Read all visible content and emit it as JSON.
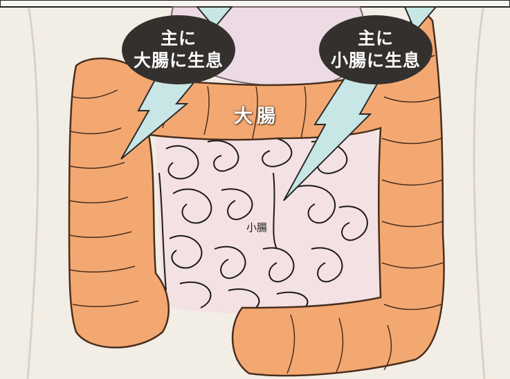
{
  "callouts": {
    "left": {
      "line1": "主に",
      "line2": "大腸に生息"
    },
    "right": {
      "line1": "主に",
      "line2": "小腸に生息"
    }
  },
  "labels": {
    "large_intestine": "大腸",
    "small_intestine": "小腸"
  },
  "colors": {
    "large_intestine": "#f3a872",
    "large_intestine_outline": "#4a2e1c",
    "small_intestine_bg": "#f4e1e3",
    "stomach": "#ecdbe4",
    "body_bg": "#f2eee6",
    "bubble": "#34302e",
    "pointer": "#c8e6e6",
    "label_text": "#ffffff",
    "small_label_text": "#1a1a1a"
  },
  "icons": {
    "large_intestine": "colon-illustration",
    "small_intestine": "small-intestine-illustration",
    "callout_pointer": "lightning-pointer-icon"
  }
}
